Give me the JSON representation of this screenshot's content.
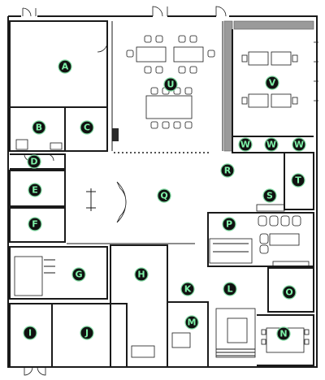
{
  "floor_plan": {
    "marker_colors": {
      "fill": "#111111",
      "text": "#7ef2a8",
      "ring": "#7ed9a0"
    },
    "wall_color": "#1a1a1a",
    "accent_gray": "#9a9a9a",
    "markers": {
      "A": "A",
      "B": "B",
      "C": "C",
      "D": "D",
      "E": "E",
      "F": "F",
      "G": "G",
      "H": "H",
      "I": "I",
      "J": "J",
      "K": "K",
      "L": "L",
      "M": "M",
      "N": "N",
      "O": "O",
      "P": "P",
      "Q": "Q",
      "R": "R",
      "S": "S",
      "T": "T",
      "U": "U",
      "V": "V",
      "W1": "W",
      "W2": "W",
      "W3": "W"
    }
  }
}
